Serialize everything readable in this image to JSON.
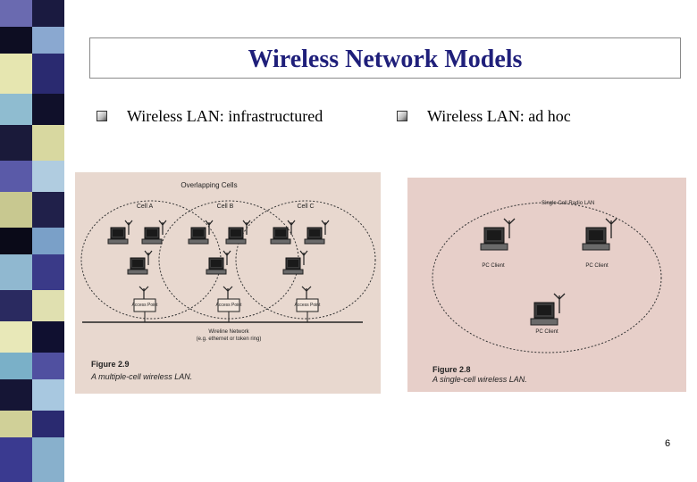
{
  "slide": {
    "title": "Wireless Network Models",
    "page_number": "6"
  },
  "bullets": [
    {
      "text": "Wireless LAN: infrastructured"
    },
    {
      "text": "Wireless LAN: ad hoc"
    }
  ],
  "figure_left": {
    "header": "Overlapping Cells",
    "cells": [
      "Cell A",
      "Cell B",
      "Cell C"
    ],
    "access_point": "Access Point",
    "network_label": "Wireline Network",
    "network_sub": "(e.g. ethernet or token ring)",
    "figure_num": "Figure 2.9",
    "caption": "A multiple-cell wireless LAN."
  },
  "figure_right": {
    "header": "Single Cell Radio LAN",
    "client": "PC Client",
    "figure_num": "Figure 2.8",
    "caption": "A single-cell wireless LAN."
  },
  "colors": {
    "title": "#1f1f7a",
    "strip": [
      "#0d0d1a",
      "#4a4a9a",
      "#e8e8b0",
      "#7fb0c8",
      "#2a2a70",
      "#b8d0e8",
      "#1a1a3a",
      "#c8c880"
    ]
  }
}
